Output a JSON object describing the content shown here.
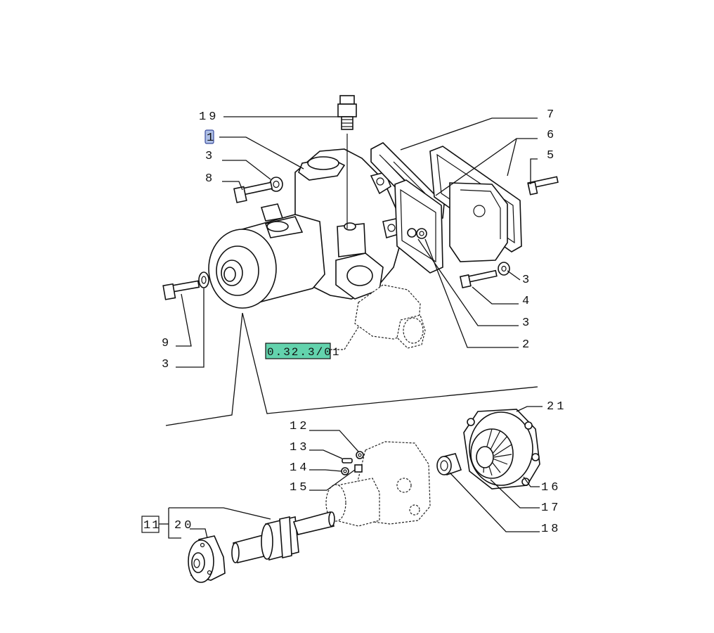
{
  "callouts": {
    "c19": "19",
    "c1": "1",
    "c3a": "3",
    "c8": "8",
    "c9": "9",
    "c3b": "3",
    "c7": "7",
    "c6": "6",
    "c5": "5",
    "c3c": "3",
    "c4": "4",
    "c3d": "3",
    "c2": "2",
    "c21": "21",
    "c12": "12",
    "c13": "13",
    "c14": "14",
    "c15": "15",
    "c16": "16",
    "c17": "17",
    "c18": "18",
    "c11": "11",
    "c20": "20"
  },
  "reference_label": "0.32.3/01",
  "colors": {
    "highlight_blue": "#aebfe6",
    "reference_green": "#63d3ad",
    "line": "#111111"
  }
}
